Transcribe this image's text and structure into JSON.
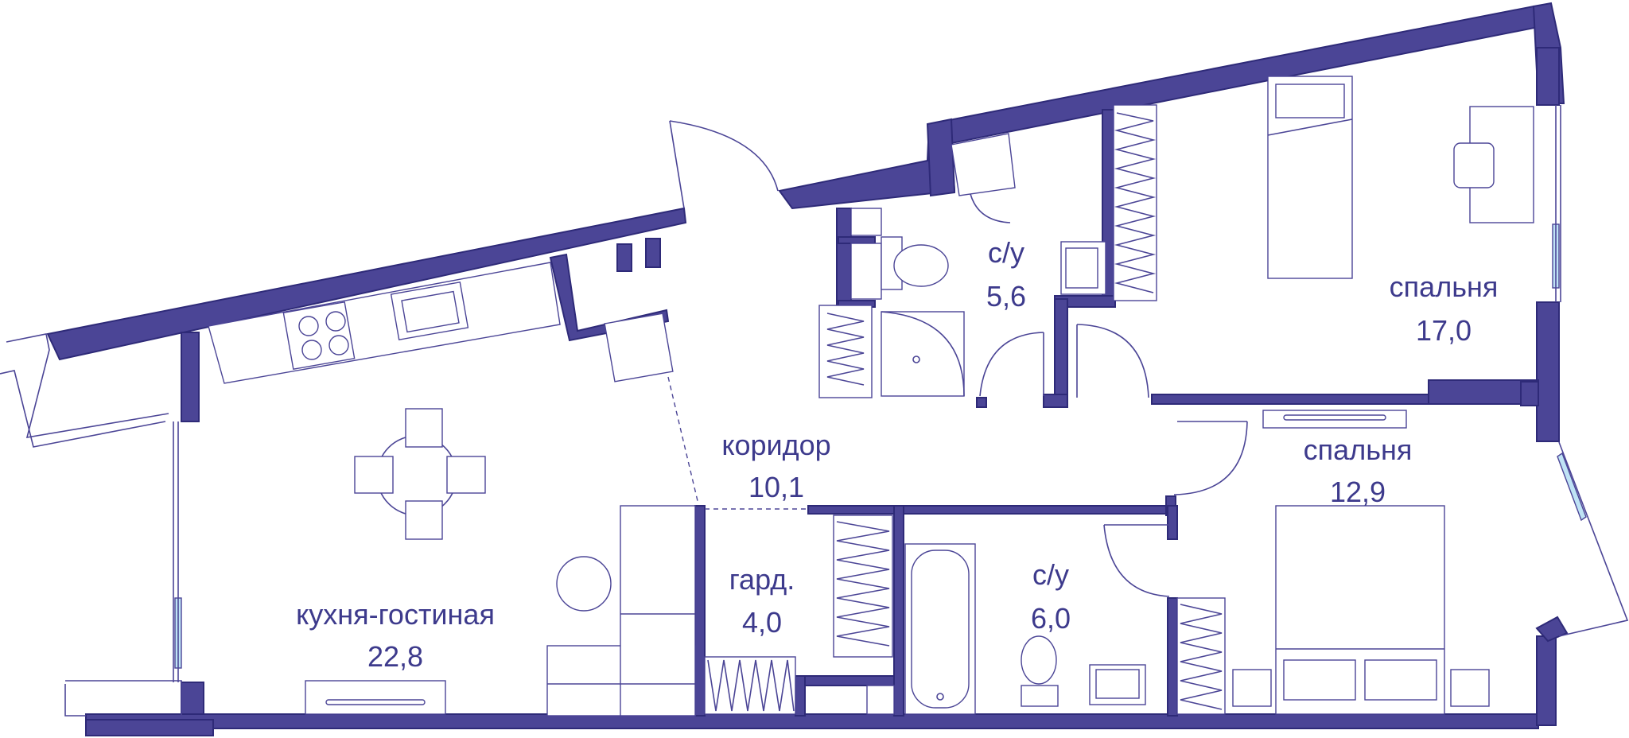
{
  "plan": {
    "colors": {
      "wall": "#4b4596",
      "line": "#4b4596",
      "label": "#3d3a8c",
      "glass": "#bfe3f5",
      "background": "#ffffff"
    },
    "rooms": [
      {
        "id": "kitchen_living",
        "name": "кухня-гостиная",
        "area": "22,8"
      },
      {
        "id": "corridor",
        "name": "коридор",
        "area": "10,1"
      },
      {
        "id": "bath1",
        "name": "с/у",
        "area": "5,6"
      },
      {
        "id": "bedroom1",
        "name": "спальня",
        "area": "17,0"
      },
      {
        "id": "bedroom2",
        "name": "спальня",
        "area": "12,9"
      },
      {
        "id": "wardrobe",
        "name": "гард.",
        "area": "4,0"
      },
      {
        "id": "bath2",
        "name": "с/у",
        "area": "6,0"
      }
    ]
  }
}
